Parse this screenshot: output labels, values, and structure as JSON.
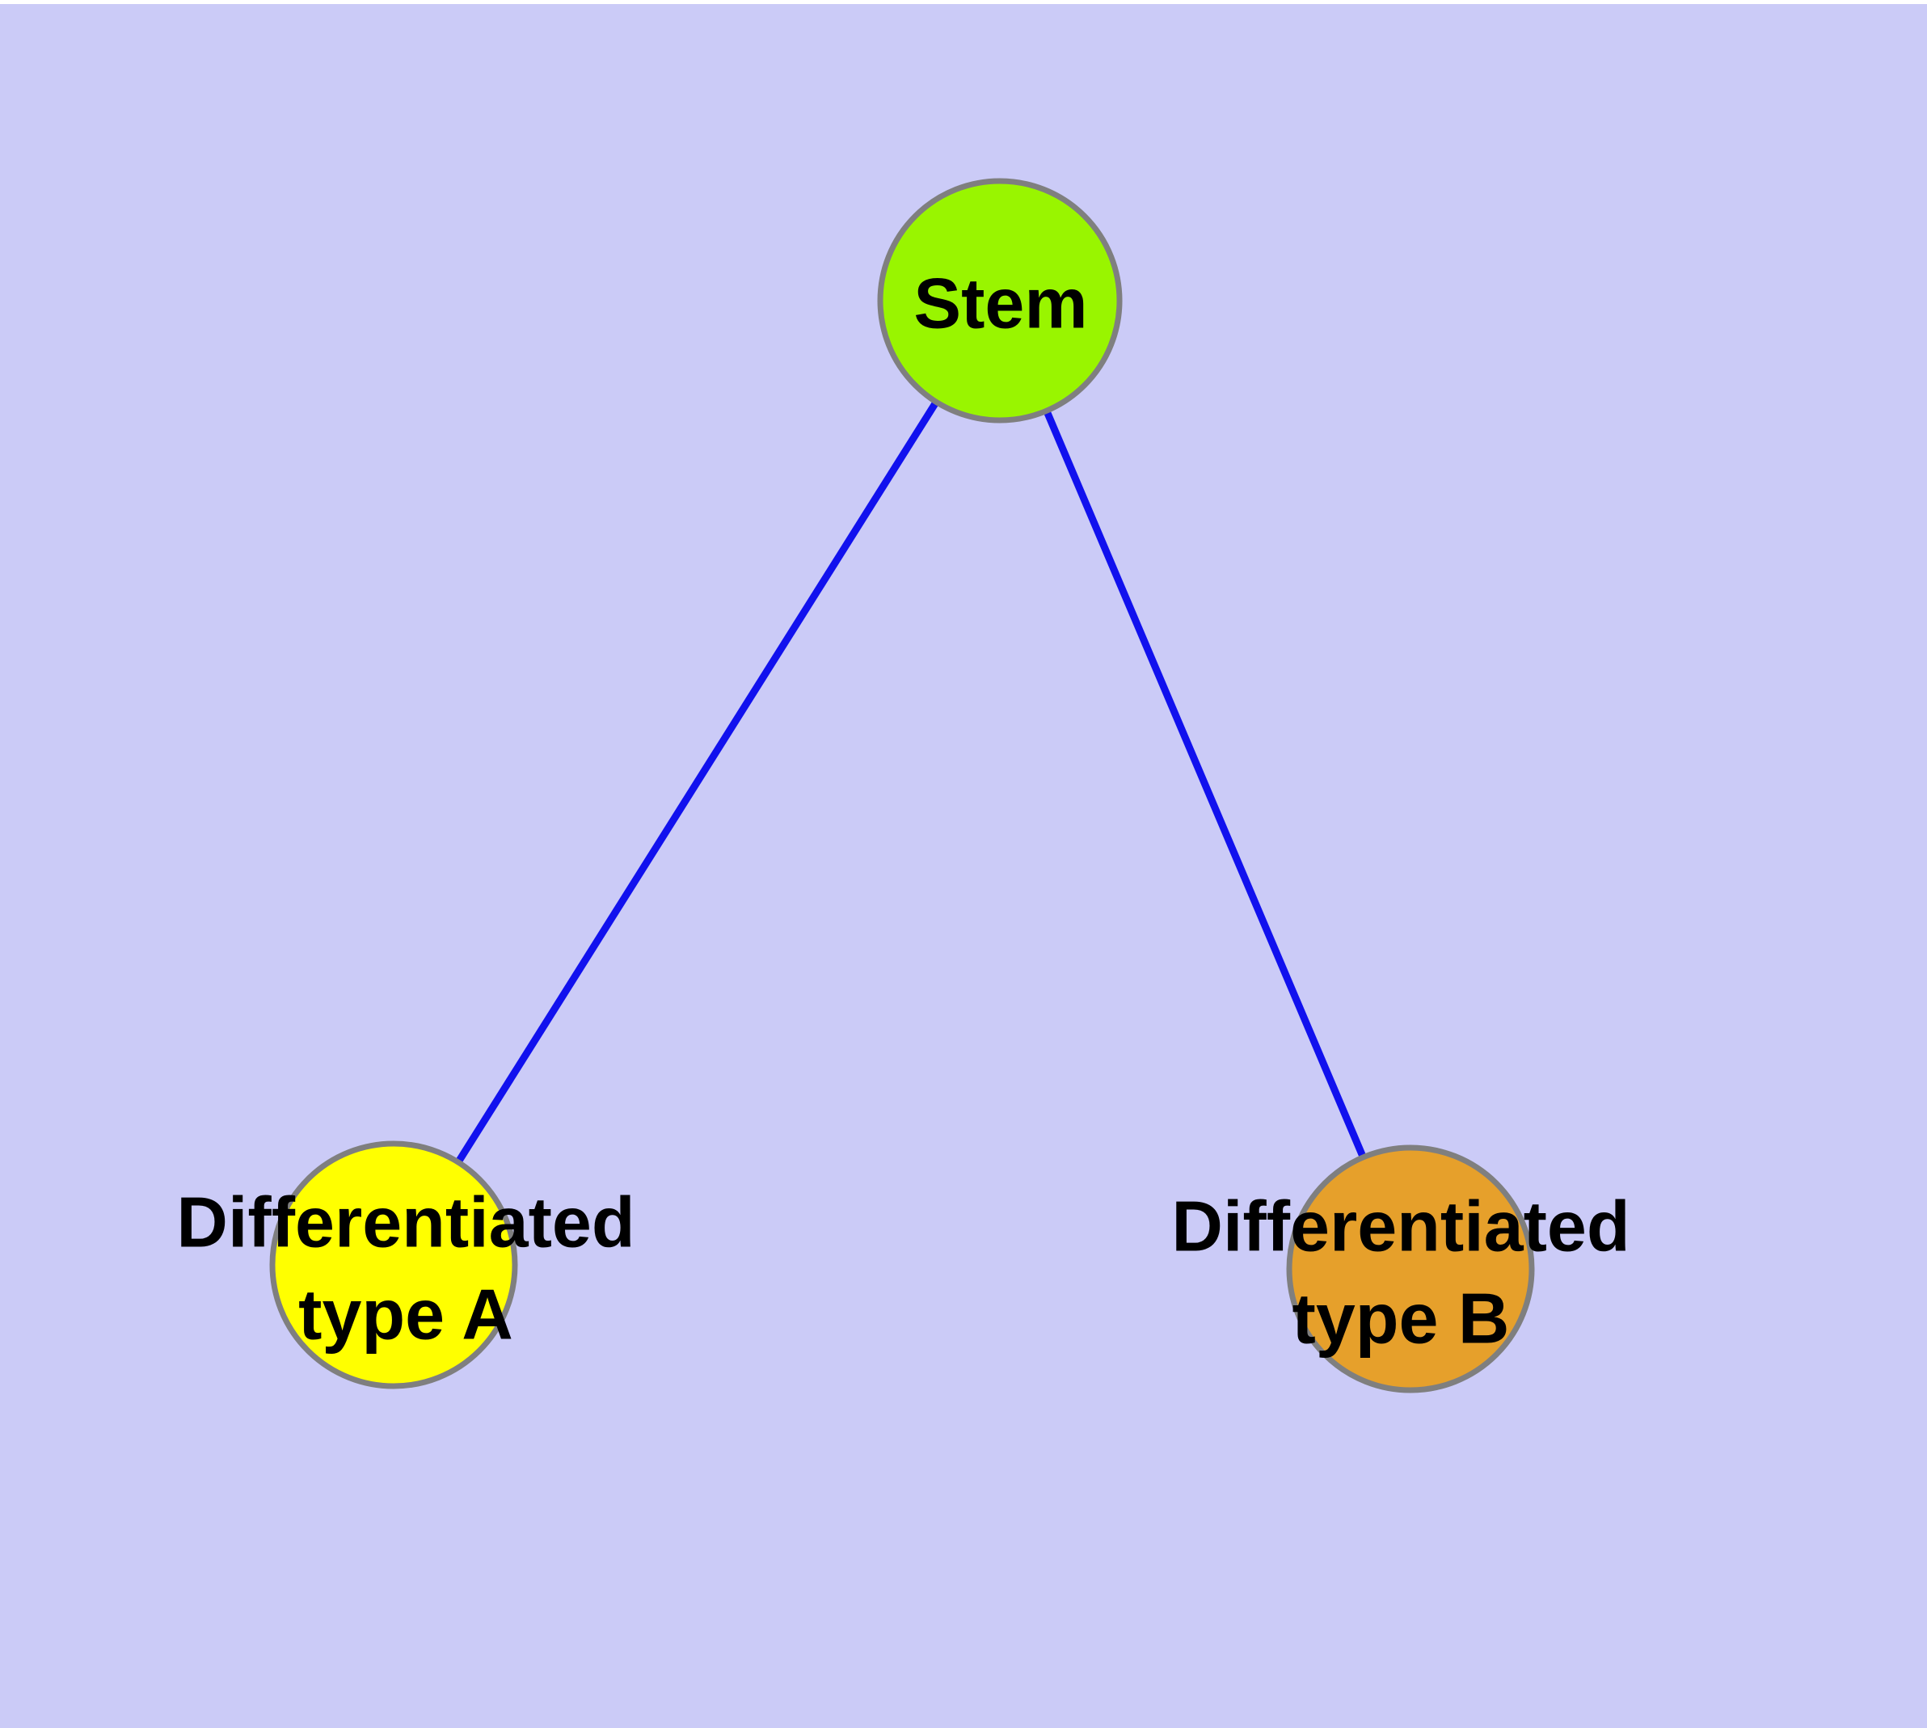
{
  "diagram": {
    "background_color": "#cbcbf7",
    "top_margin_color": "#ffffff",
    "edge_color": "#1111ee",
    "node_border_color": "#7f7f7f",
    "label_color": "#000000",
    "nodes": [
      {
        "id": "stem",
        "label": "Stem",
        "label_lines": [
          "Stem"
        ],
        "fill": "#99f500"
      },
      {
        "id": "differentiated-type-a",
        "label": "Differentiated type A",
        "label_lines": [
          "Differentiated",
          "type A"
        ],
        "fill": "#ffff00"
      },
      {
        "id": "differentiated-type-b",
        "label": "Differentiated type B",
        "label_lines": [
          "Differentiated",
          "type B"
        ],
        "fill": "#e6a02b"
      }
    ],
    "edges": [
      {
        "from": "stem",
        "to": "differentiated-type-a"
      },
      {
        "from": "stem",
        "to": "differentiated-type-b"
      }
    ]
  }
}
